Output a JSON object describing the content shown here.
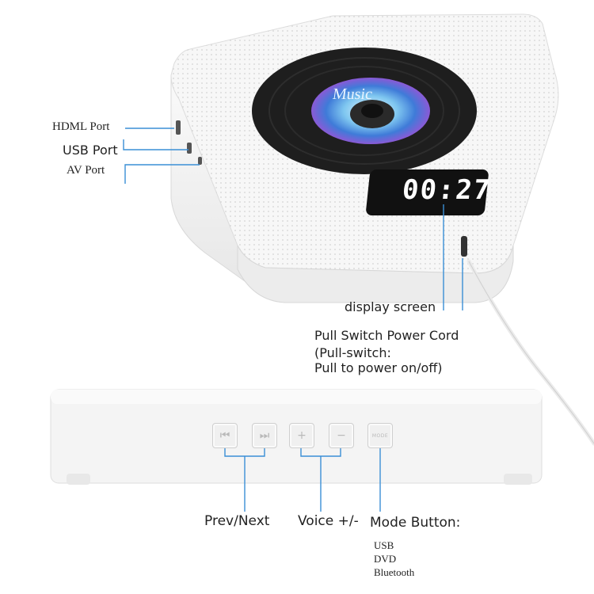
{
  "labels": {
    "hdml_port": "HDML Port",
    "usb_port": "USB Port",
    "av_port": "AV Port",
    "display_screen": "display screen",
    "pull_switch_title": "Pull Switch Power Cord",
    "pull_switch_desc_1": "(Pull-switch:",
    "pull_switch_desc_2": "Pull to power on/off)",
    "prev_next": "Prev/Next",
    "voice": "Voice +/-",
    "mode_button": "Mode Button:",
    "modes": [
      "USB",
      "DVD",
      "Bluetooth"
    ]
  },
  "device": {
    "clock": "00:27",
    "disc_label": "Music"
  },
  "buttons": [
    {
      "icon": "prev-icon",
      "glyph": "⏮"
    },
    {
      "icon": "next-icon",
      "glyph": "⏭"
    },
    {
      "icon": "plus-icon",
      "glyph": "+"
    },
    {
      "icon": "minus-icon",
      "glyph": "−"
    },
    {
      "icon": "mode-icon",
      "glyph": "MODE"
    }
  ],
  "colors": {
    "callout_line": "#3a8fd6",
    "device_body": "#f3f3f3",
    "disc": "#1e1e1e"
  }
}
